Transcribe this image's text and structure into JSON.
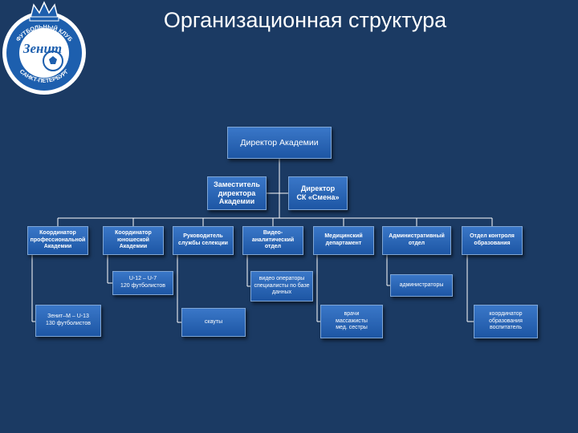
{
  "page": {
    "title": "Организационная структура"
  },
  "logo": {
    "top_text": "ФУТБОЛЬНЫЙ КЛУБ",
    "main_text": "Зенит",
    "bottom_text": "САНКТ-ПЕТЕРБУРГ"
  },
  "org": {
    "director": "Директор Академии",
    "deputy": [
      "Заместитель",
      "директора",
      "Академии"
    ],
    "smena": [
      "Директор",
      "СК «Смена»"
    ],
    "departments": [
      [
        "Координатор",
        "профессиональной",
        "Академии"
      ],
      [
        "Координатор",
        "юношеской",
        "Академии"
      ],
      [
        "Руководитель",
        "службы селекции"
      ],
      [
        "Видео-",
        "аналитический отдел"
      ],
      [
        "Медицинский",
        "департамент"
      ],
      [
        "Административный",
        "отдел"
      ],
      [
        "Отдел контроля",
        "образования"
      ]
    ],
    "leaves": [
      [
        "Зенит–М – U-13",
        "130 футболистов"
      ],
      [
        "U-12 – U-7",
        "120 футболистов"
      ],
      [
        "скауты"
      ],
      [
        "видео операторы",
        "специалисты по базе",
        "данных"
      ],
      [
        "врачи",
        "массажисты",
        "мед. сестры"
      ],
      [
        "администраторы"
      ],
      [
        "координатор",
        "образования",
        "воспитатель"
      ]
    ]
  },
  "colors": {
    "background": "#1b3a63",
    "box_top": "#3a77c8",
    "box_bottom": "#1d56a4",
    "line": "#ffffff"
  }
}
